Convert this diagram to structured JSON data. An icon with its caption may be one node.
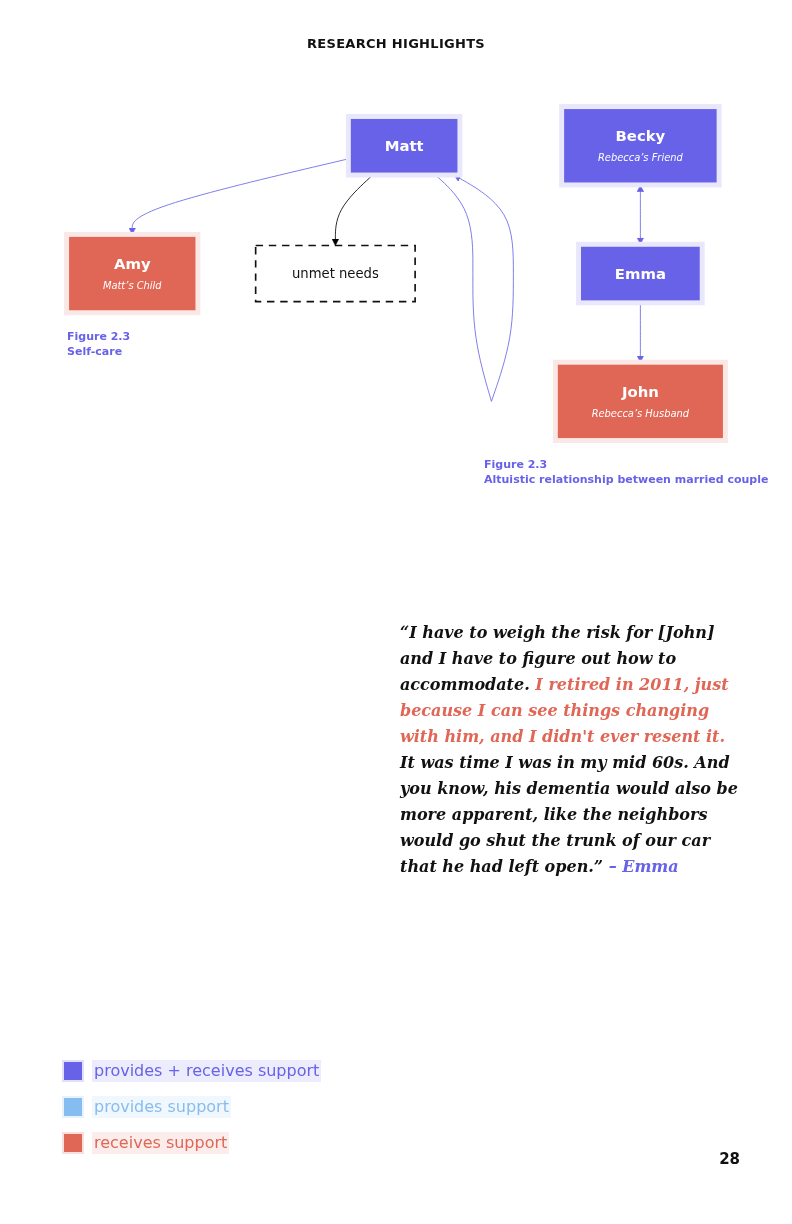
{
  "diagram": {
    "title": "RESEARCH HIGHLIGHTS",
    "nodes": [
      {
        "text": [
          "Amy",
          "Matt’s Child"
        ]
      },
      {
        "text": [
          "Matt"
        ]
      },
      {
        "text": [
          "unmet needs"
        ]
      },
      {
        "text": [
          "Becky",
          "Rebecca’s Friend"
        ]
      },
      {
        "text": [
          "Emma"
        ]
      },
      {
        "text": [
          "John",
          "Rebecca’s Husband"
        ]
      }
    ],
    "edges": [
      {
        "from": 1,
        "to": 0,
        "arrow": "to"
      },
      {
        "from": 1,
        "to": 1,
        "arrow": "to"
      },
      {
        "from": 1,
        "to": 2,
        "arrow": "to",
        "color": "#000000"
      },
      {
        "from": 3,
        "to": 4,
        "arrow": "both"
      },
      {
        "from": 4,
        "to": 5,
        "arrow": "to"
      }
    ],
    "labels": [
      "Figure 2.3",
      "Self-care",
      "“I have to weigh the risk for [John] and I have to figure out how to accommodate.",
      "I retired in 2011, just because I can see things changing with him, and I didn't ever resent it.",
      "It was time I was in my mid 60s. And you know, his dementia would also be more apparent, like the neighbors would go shut the trunk of our car that he had left open.”",
      "– Emma",
      "Figure 2.3",
      "Altuistic relationship between married couple",
      "28"
    ],
    "legend": [
      {
        "text": "provides + receives support",
        "color": "#6762e8"
      },
      {
        "text": "provides support",
        "color": "#86bdf0"
      },
      {
        "text": "receives support",
        "color": "#e06655"
      }
    ]
  }
}
